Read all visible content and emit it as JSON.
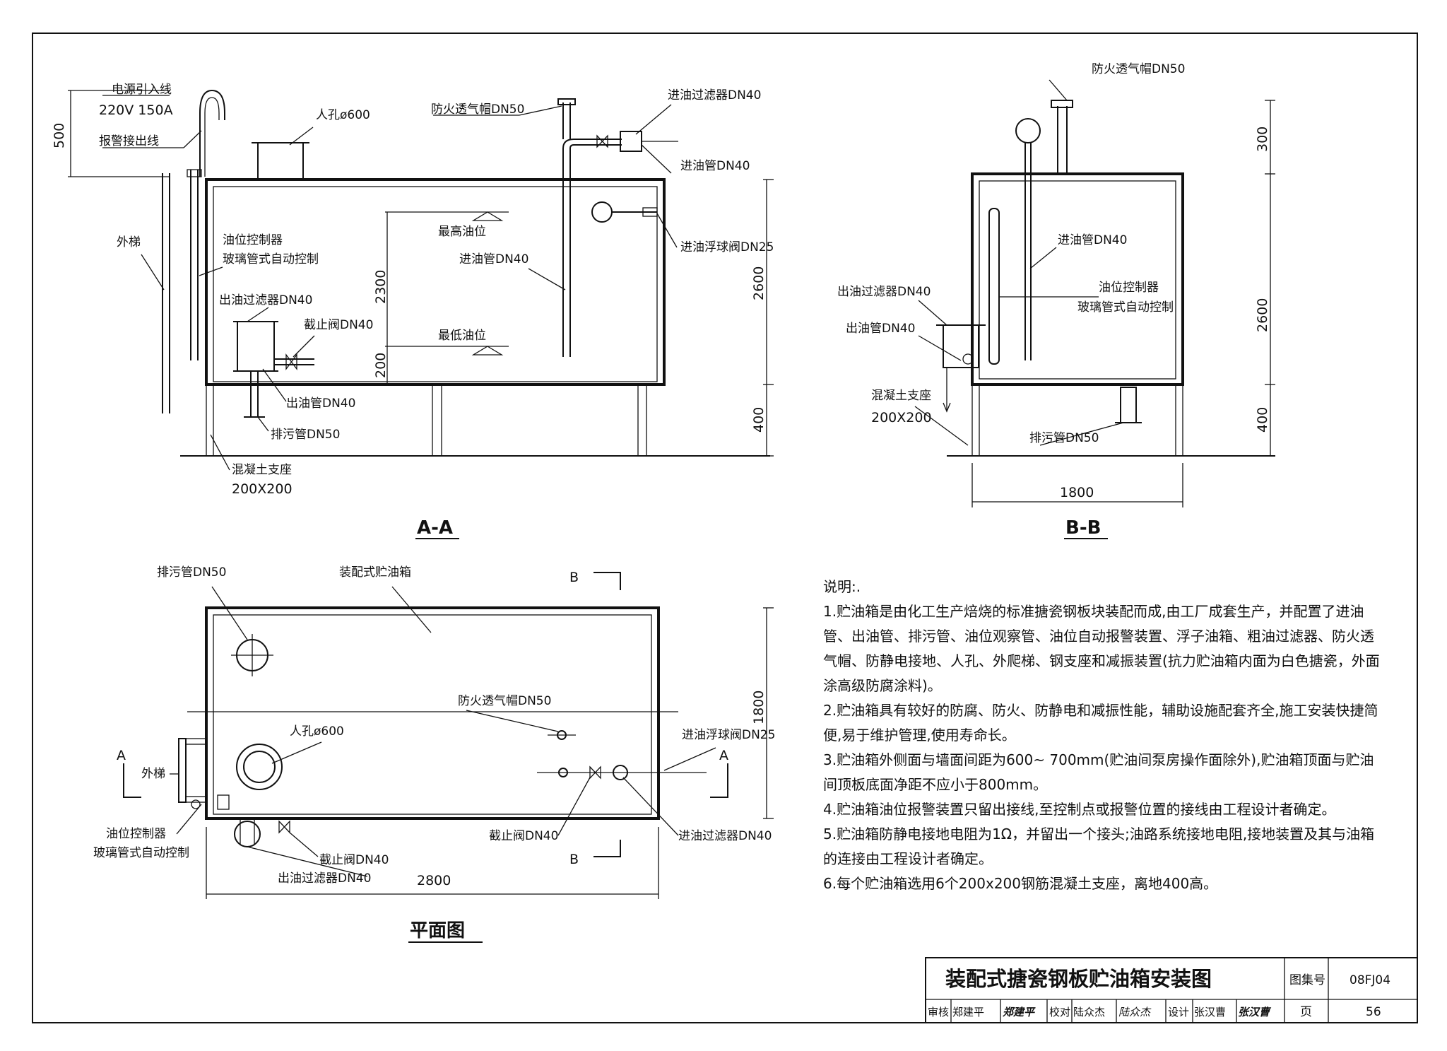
{
  "section_aa": {
    "label": "A-A",
    "power_line": "电源引入线",
    "power_spec": "220V 150A",
    "alarm_line": "报警接出线",
    "dim_500": "500",
    "manhole": "人孔ø600",
    "vent_cap": "防火透气帽DN50",
    "inlet_filter": "进油过滤器DN40",
    "inlet_pipe_top": "进油管DN40",
    "ladder": "外梯",
    "level_ctrl": "油位控制器",
    "glass_tube": "玻璃管式自动控制",
    "max_level": "最高油位",
    "inlet_pipe": "进油管DN40",
    "float_valve": "进油浮球阀DN25",
    "outlet_filter": "出油过滤器DN40",
    "stop_valve": "截止阀DN40",
    "min_level": "最低油位",
    "outlet_pipe": "出油管DN40",
    "drain_pipe": "排污管DN50",
    "support": "混凝土支座",
    "support_size": "200X200",
    "dim_2300": "2300",
    "dim_200": "200",
    "dim_2600": "2600",
    "dim_400": "400"
  },
  "section_bb": {
    "label": "B-B",
    "vent_cap": "防火透气帽DN50",
    "dim_300": "300",
    "inlet_pipe": "进油管DN40",
    "outlet_filter": "出油过滤器DN40",
    "level_ctrl": "油位控制器",
    "glass_tube": "玻璃管式自动控制",
    "outlet_pipe": "出油管DN40",
    "dim_2600": "2600",
    "support": "混凝土支座",
    "support_size": "200X200",
    "drain_pipe": "排污管DN50",
    "dim_400": "400",
    "dim_1800": "1800"
  },
  "plan": {
    "label": "平面图",
    "drain_pipe": "排污管DN50",
    "tank": "装配式贮油箱",
    "b_top": "B",
    "b_bottom": "B",
    "vent_cap": "防火透气帽DN50",
    "manhole": "人孔ø600",
    "a_left": "A",
    "a_right": "A",
    "ladder": "外梯",
    "float_valve": "进油浮球阀DN25",
    "dim_1800": "1800",
    "level_ctrl": "油位控制器",
    "glass_tube": "玻璃管式自动控制",
    "stop_valve_r": "截止阀DN40",
    "inlet_filter": "进油过滤器DN40",
    "stop_valve_l": "截止阀DN40",
    "outlet_filter": "出油过滤器DN40",
    "dim_2800": "2800"
  },
  "notes": {
    "heading": "说明:.",
    "items": [
      "1.贮油箱是由化工生产焙烧的标准搪瓷钢板块装配而成,由工厂成套生产，并配置了进油管、出油管、排污管、油位观察管、油位自动报警装置、浮子油箱、粗油过滤器、防火透气帽、防静电接地、人孔、外爬梯、钢支座和减振装置(抗力贮油箱内面为白色搪瓷，外面涂高级防腐涂料)。",
      "2.贮油箱具有较好的防腐、防火、防静电和减振性能，辅助设施配套齐全,施工安装快捷简便,易于维护管理,使用寿命长。",
      "3.贮油箱外侧面与墙面间距为600~ 700mm(贮油间泵房操作面除外),贮油箱顶面与贮油间顶板底面净距不应小于800mm。",
      "4.贮油箱油位报警装置只留出接线,至控制点或报警位置的接线由工程设计者确定。",
      "5.贮油箱防静电接地电阻为1Ω，并留出一个接头;油路系统接地电阻,接地装置及其与油箱的连接由工程设计者确定。",
      "6.每个贮油箱选用6个200x200钢筋混凝土支座，离地400高。"
    ]
  },
  "title_block": {
    "title": "装配式搪瓷钢板贮油箱安装图",
    "atlas_label": "图集号",
    "atlas_no": "08FJ04",
    "review_label": "审核",
    "reviewer": "郑建平",
    "review_sign": "郑建平",
    "check_label": "校对",
    "checker": "陆众杰",
    "check_sign": "陆众杰",
    "design_label": "设计",
    "designer": "张汉曹",
    "design_sign": "张汉曹",
    "page_label": "页",
    "page_no": "56"
  }
}
